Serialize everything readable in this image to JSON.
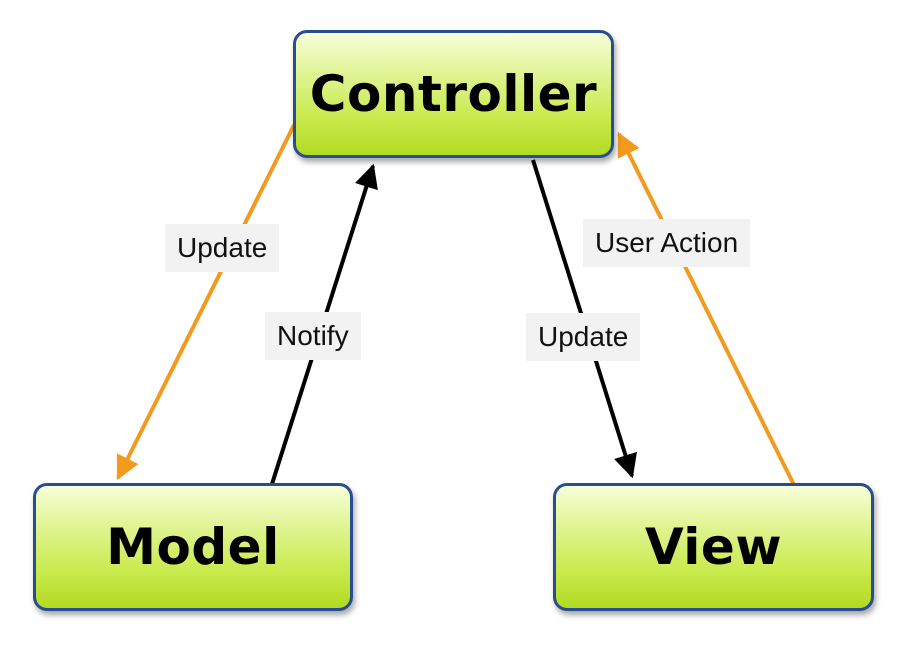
{
  "nodes": {
    "controller": "Controller",
    "model": "Model",
    "view": "View"
  },
  "edges": {
    "controller_to_model": "Update",
    "model_to_controller": "Notify",
    "controller_to_view": "Update",
    "view_to_controller": "User Action"
  },
  "colors": {
    "update_arrow": "#f39a1e",
    "notify_arrow": "#000000",
    "node_border": "#2a4d8f",
    "node_fill_bottom": "#b2da22",
    "node_fill_top": "#f7ffd9",
    "label_background": "#f2f2f2"
  }
}
